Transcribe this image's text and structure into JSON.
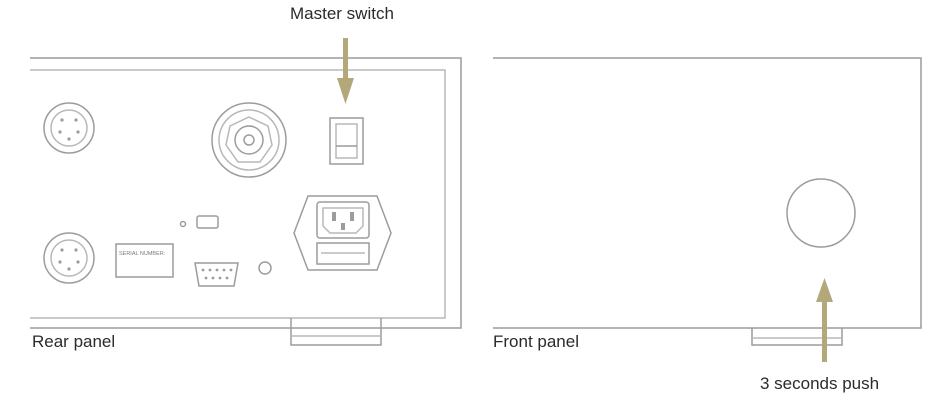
{
  "labels": {
    "master_switch": "Master switch",
    "rear_panel": "Rear panel",
    "front_panel": "Front panel",
    "push_hint": "3 seconds push",
    "serial_number": "SERIAL NUMBER:"
  },
  "colors": {
    "outline": "#9c9c9c",
    "outline_light": "#b8b8b8",
    "arrow": "#b3a87a",
    "text": "#2b2b2b"
  },
  "icons": {
    "master_switch_arrow": "arrow-down-icon",
    "push_arrow": "arrow-up-icon"
  }
}
